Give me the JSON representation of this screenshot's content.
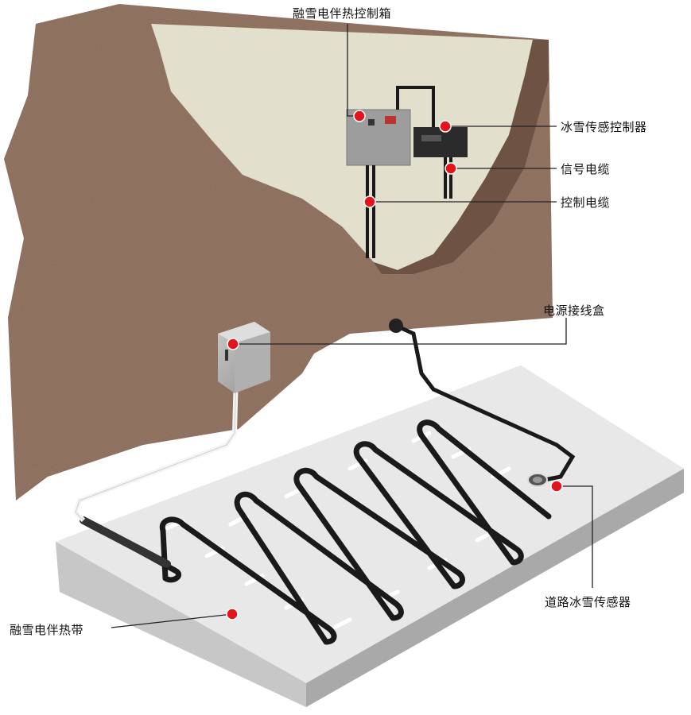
{
  "labels": {
    "control_box": "融雪电伴热控制箱",
    "snow_controller": "冰雪传感控制器",
    "signal_cable": "信号电缆",
    "control_cable": "控制电缆",
    "junction_box": "电源接线盒",
    "road_sensor": "道路冰雪传感器",
    "heating_cable": "融雪电伴热带"
  },
  "colors": {
    "wall": "#8a6a58",
    "wall_inner": "#e2dfcd",
    "slab_top": "#e8e8e8",
    "slab_side": "#bdbdbd",
    "cable": "#1a1a1a",
    "marker": "#e3141b",
    "leader": "#222222"
  }
}
